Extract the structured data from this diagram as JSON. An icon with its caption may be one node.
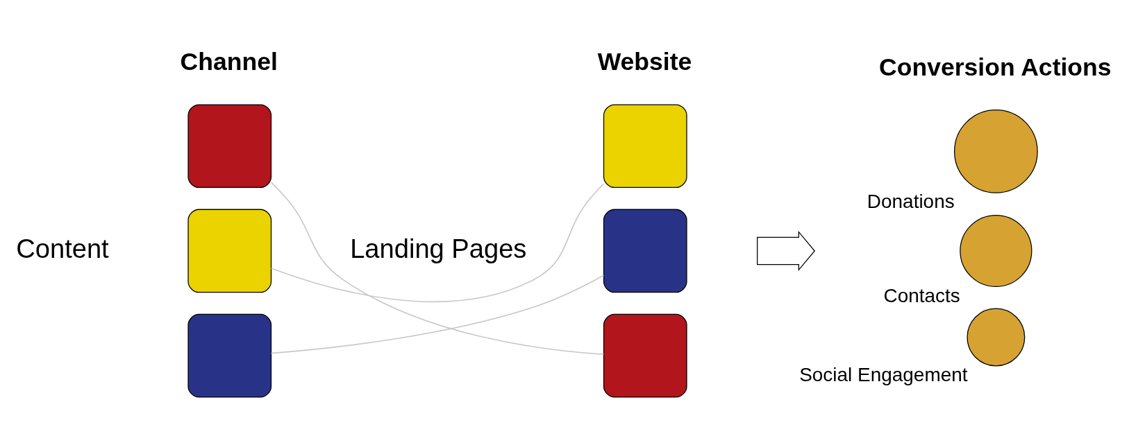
{
  "diagram": {
    "nodes": [
      {
        "text": [],
        "shape": "box"
      },
      {
        "text": [],
        "shape": "box"
      },
      {
        "text": [],
        "shape": "box"
      },
      {
        "text": [],
        "shape": "box"
      },
      {
        "text": [],
        "shape": "box"
      },
      {
        "text": [],
        "shape": "box"
      },
      {
        "text": [],
        "shape": "arrow"
      },
      {
        "text": [],
        "shape": "circle",
        "beside": [
          "Donations"
        ]
      },
      {
        "text": [],
        "shape": "circle",
        "beside": [
          "Contacts"
        ]
      },
      {
        "text": [],
        "shape": "circle",
        "beside": [
          "Social Engagement"
        ]
      }
    ],
    "edges": [
      {
        "from": 0,
        "to": 5,
        "arrow": "none"
      },
      {
        "from": 1,
        "to": 3,
        "arrow": "none"
      },
      {
        "from": 2,
        "to": 4,
        "arrow": "none"
      }
    ],
    "labels": [
      "Channel",
      "Content",
      "Website",
      "Landing Pages",
      "Conversion Actions"
    ]
  }
}
